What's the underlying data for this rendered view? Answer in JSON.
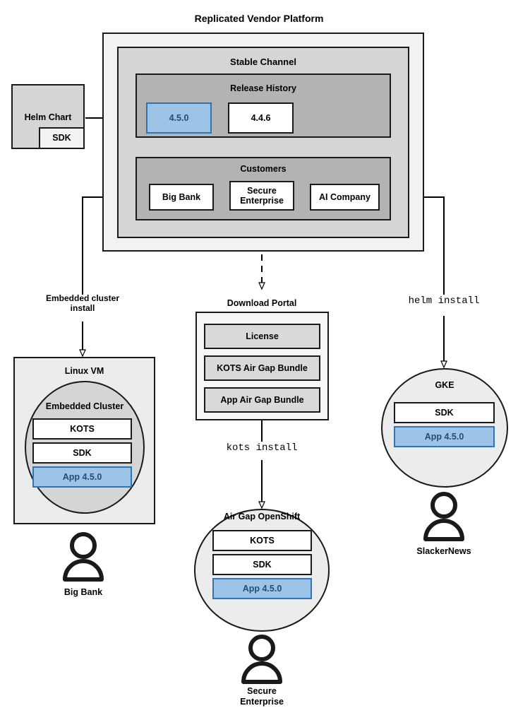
{
  "diagram": {
    "title": "Replicated Vendor Platform",
    "type": "architecture-flow"
  },
  "colors": {
    "outer_panel": "#f2f2f2",
    "mid_panel": "#d5d5d5",
    "inner_panel": "#b3b3b3",
    "white": "#ffffff",
    "light_gray": "#e6e6e6",
    "accent_blue_fill": "#9dc3e6",
    "accent_blue_border": "#2e75b6",
    "accent_blue_text": "#1f4e79",
    "stroke": "#1a1a1a"
  },
  "platform": {
    "title": "Replicated Vendor Platform",
    "channel": {
      "title": "Stable Channel",
      "release_history": {
        "title": "Release History",
        "releases": [
          {
            "version": "4.5.0",
            "highlighted": true
          },
          {
            "version": "4.4.6",
            "highlighted": false
          }
        ]
      },
      "customers": {
        "title": "Customers",
        "list": [
          {
            "name": "Big Bank"
          },
          {
            "name": "Secure Enterprise"
          },
          {
            "name": "AI Company"
          }
        ]
      }
    }
  },
  "source": {
    "helm_chart": {
      "title": "Helm Chart",
      "component": "SDK"
    }
  },
  "download_portal": {
    "title": "Download Portal",
    "artifacts": [
      "License",
      "KOTS Air Gap Bundle",
      "App Air Gap Bundle"
    ]
  },
  "edges": [
    {
      "id": "helm-to-release",
      "label": "",
      "style": "solid"
    },
    {
      "id": "bigbank-to-linuxvm",
      "label": "Embedded cluster\ninstall",
      "label_line1": "Embedded cluster",
      "label_line2": "install",
      "style": "solid"
    },
    {
      "id": "secure-to-portal",
      "label": "",
      "style": "dashed"
    },
    {
      "id": "portal-to-openshift",
      "label": "kots install",
      "style": "solid",
      "mono": true
    },
    {
      "id": "aicompany-to-gke",
      "label": "helm install",
      "style": "solid",
      "mono": true
    }
  ],
  "targets": [
    {
      "id": "linux-vm",
      "shape": "rect",
      "title": "Linux VM",
      "inner": {
        "shape": "ellipse",
        "title": "Embedded Cluster",
        "components": [
          {
            "label": "KOTS",
            "highlighted": false
          },
          {
            "label": "SDK",
            "highlighted": false
          },
          {
            "label": "App 4.5.0",
            "highlighted": true
          }
        ]
      },
      "actor": {
        "icon": "person-icon",
        "label": "Big Bank"
      }
    },
    {
      "id": "air-gap-openshift",
      "shape": "ellipse",
      "title": "Air Gap OpenShift",
      "components": [
        {
          "label": "KOTS",
          "highlighted": false
        },
        {
          "label": "SDK",
          "highlighted": false
        },
        {
          "label": "App 4.5.0",
          "highlighted": true
        }
      ],
      "actor": {
        "icon": "person-icon",
        "label_line1": "Secure",
        "label_line2": "Enterprise"
      }
    },
    {
      "id": "gke",
      "shape": "ellipse",
      "title": "GKE",
      "components": [
        {
          "label": "SDK",
          "highlighted": false
        },
        {
          "label": "App 4.5.0",
          "highlighted": true
        }
      ],
      "actor": {
        "icon": "person-icon",
        "label": "SlackerNews"
      }
    }
  ]
}
